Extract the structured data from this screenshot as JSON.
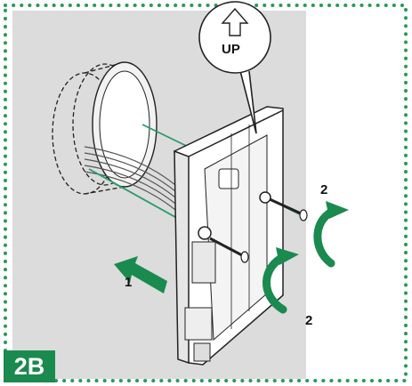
{
  "figure": {
    "badge": "2B",
    "up_label": "UP",
    "step_labels": {
      "push": "1",
      "screw_top": "2",
      "screw_bottom": "2"
    }
  },
  "colors": {
    "accent_green": "#1a8a4f",
    "dot_green": "#2a9a5a",
    "panel_gray": "#dcdcdc",
    "wire_green": "#2a9a6a"
  }
}
